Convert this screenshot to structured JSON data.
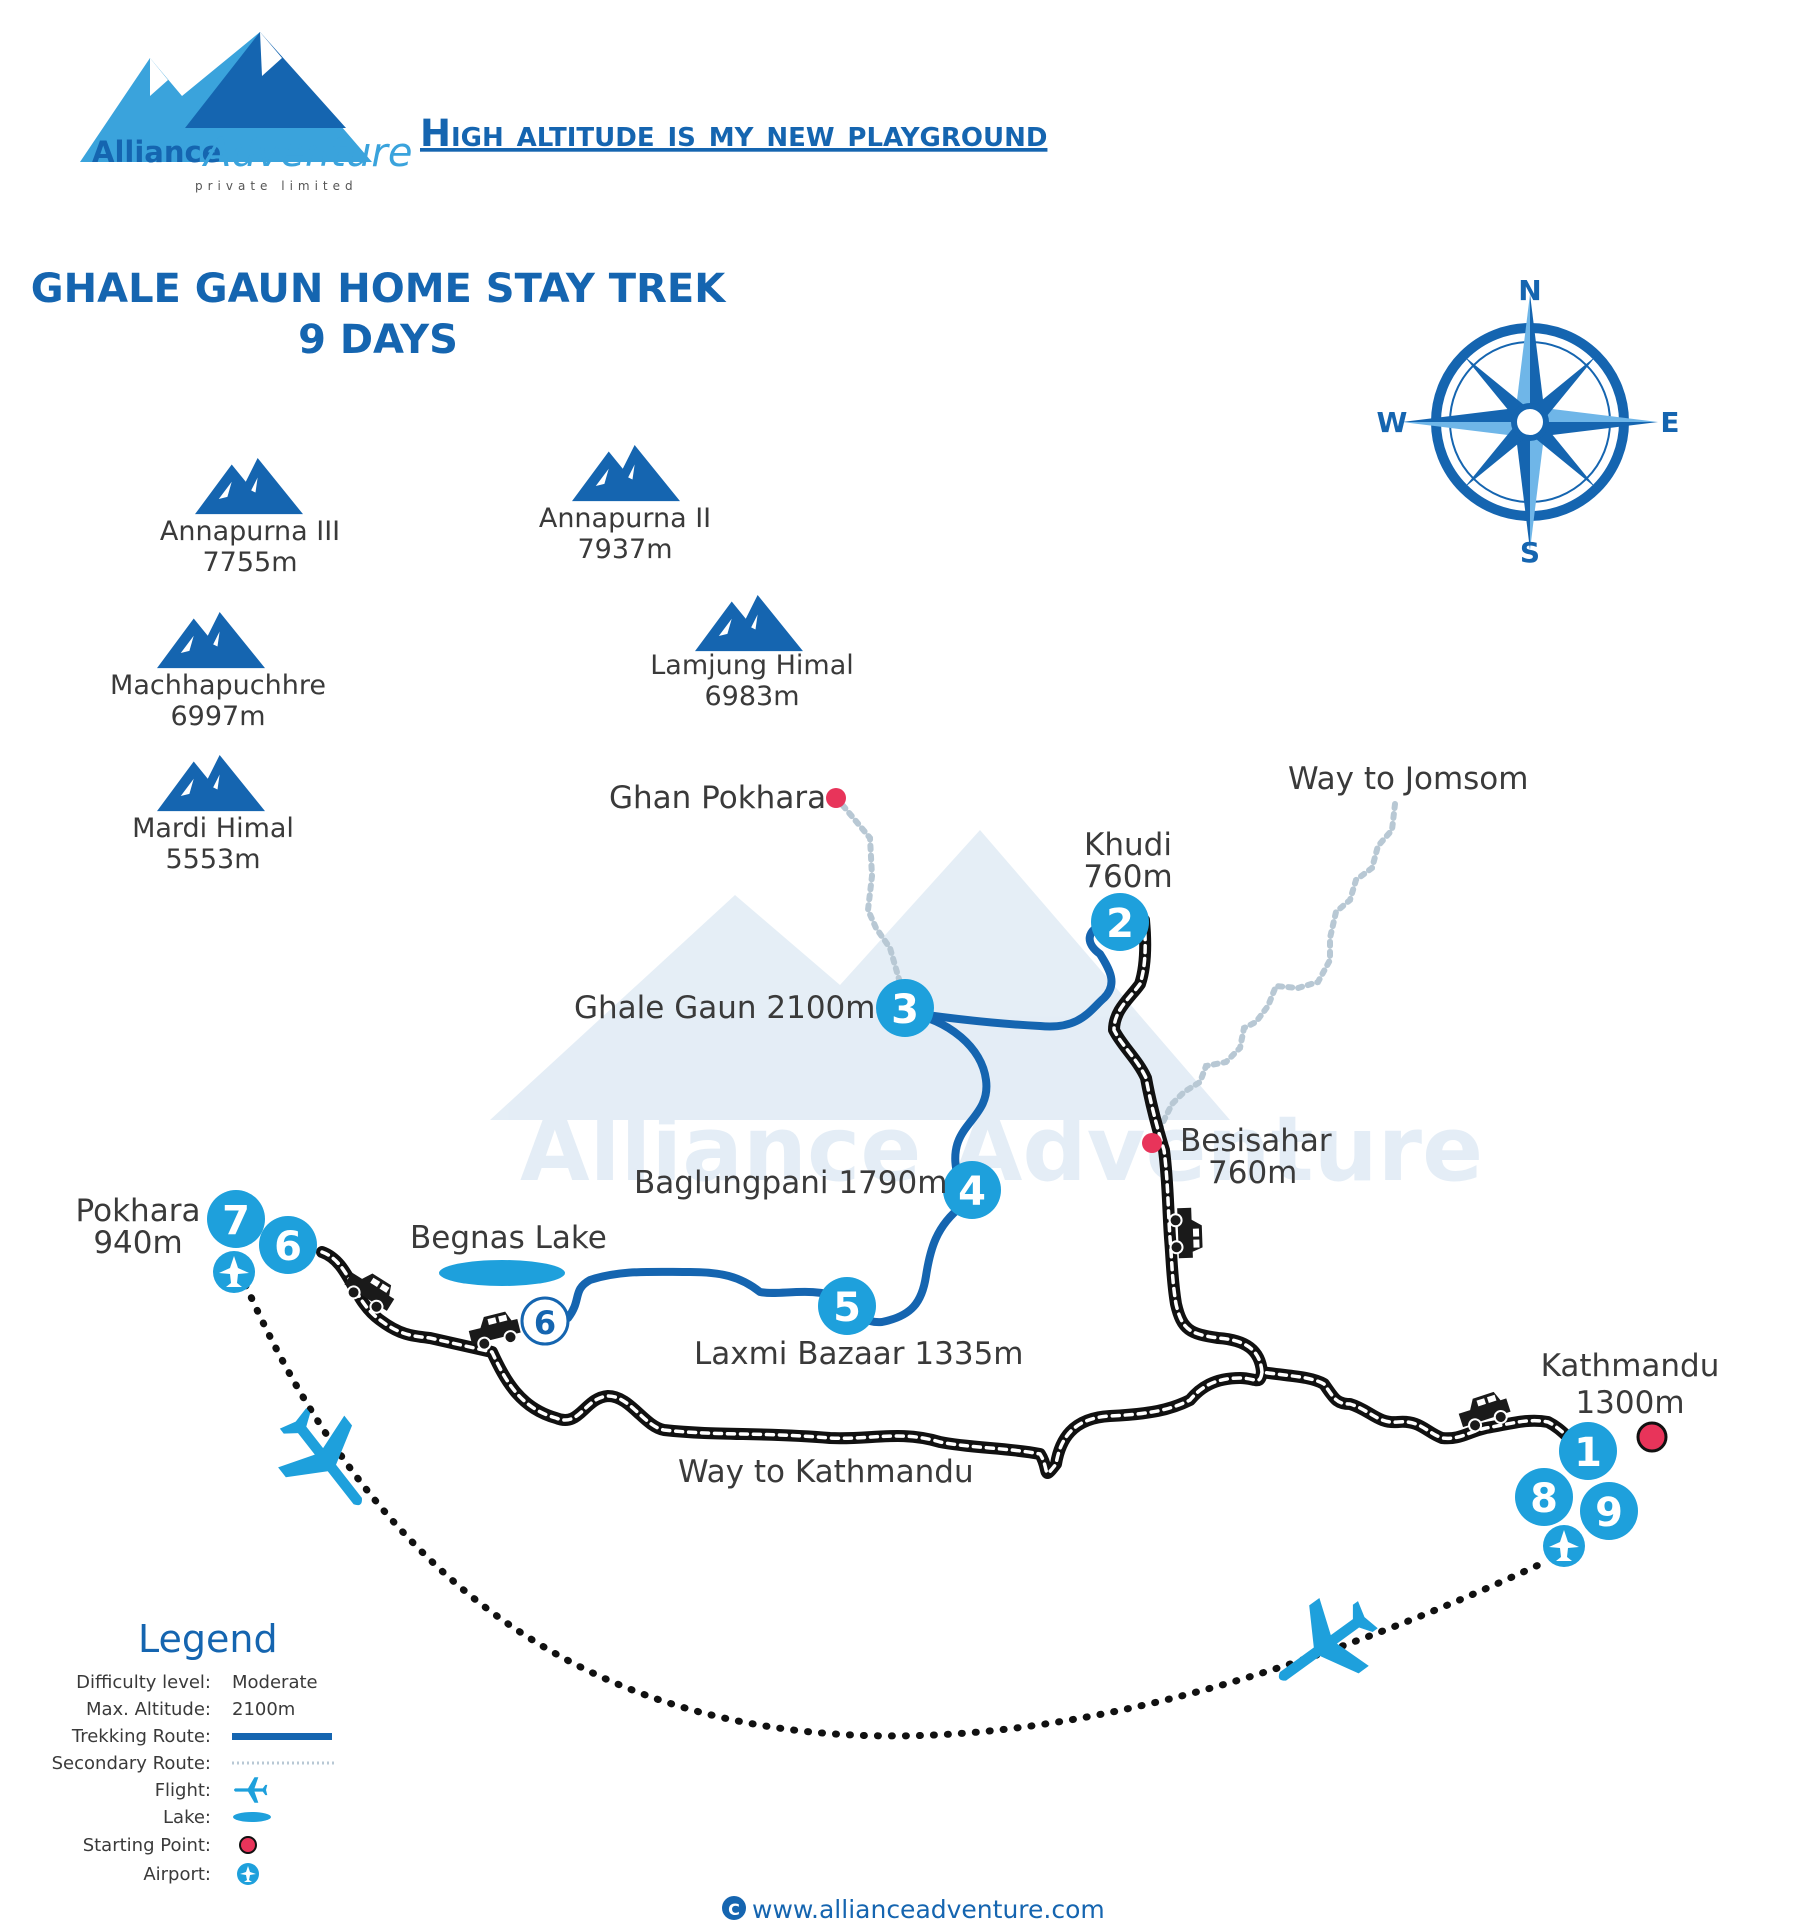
{
  "brand": {
    "name": "Alliance",
    "name_script": "Adventure",
    "sub": "private limited",
    "tagline": "High altitude is my new playground",
    "website": "www.allianceadventure.com",
    "copyright_symbol": "C"
  },
  "title": {
    "line1": "GHALE GAUN HOME STAY TREK",
    "line2": "9 DAYS"
  },
  "compass": {
    "n": "N",
    "s": "S",
    "e": "E",
    "w": "W"
  },
  "peaks": [
    {
      "name": "Annapurna III",
      "alt": "7755m"
    },
    {
      "name": "Annapurna II",
      "alt": "7937m"
    },
    {
      "name": "Machhapuchhre",
      "alt": "6997m"
    },
    {
      "name": "Lamjung Himal",
      "alt": "6983m"
    },
    {
      "name": "Mardi Himal",
      "alt": "5553m"
    }
  ],
  "places": {
    "ghan_pokhara": "Ghan Pokhara",
    "way_jomsom": "Way to Jomsom",
    "khudi_name": "Khudi",
    "khudi_alt": "760m",
    "ghale_gaun": "Ghale Gaun 2100m",
    "besisahar_name": "Besisahar",
    "besisahar_alt": "760m",
    "baglungpani": "Baglungpani 1790m",
    "pokhara_name": "Pokhara",
    "pokhara_alt": "940m",
    "begnas": "Begnas Lake",
    "laxmi": "Laxmi Bazaar 1335m",
    "kathmandu_name": "Kathmandu",
    "kathmandu_alt": "1300m",
    "way_kathmandu": "Way to Kathmandu"
  },
  "stops": {
    "s1": "1",
    "s2": "2",
    "s3": "3",
    "s4": "4",
    "s5": "5",
    "s6": "6",
    "s6b": "6",
    "s7": "7",
    "s8": "8",
    "s9": "9"
  },
  "legend": {
    "title": "Legend",
    "difficulty_label": "Difficulty level:",
    "difficulty_value": "Moderate",
    "altitude_label": "Max. Altitude:",
    "altitude_value": "2100m",
    "trekking_label": "Trekking Route:",
    "secondary_label": "Secondary Route:",
    "flight_label": "Flight:",
    "lake_label": "Lake:",
    "start_label": "Starting Point:",
    "airport_label": "Airport:"
  },
  "colors": {
    "brand_blue": "#1565b0",
    "stop_cyan": "#1ea0dc",
    "start_red": "#e8345a",
    "road_dark": "#111111",
    "secondary_grey": "#b8c8d4"
  }
}
